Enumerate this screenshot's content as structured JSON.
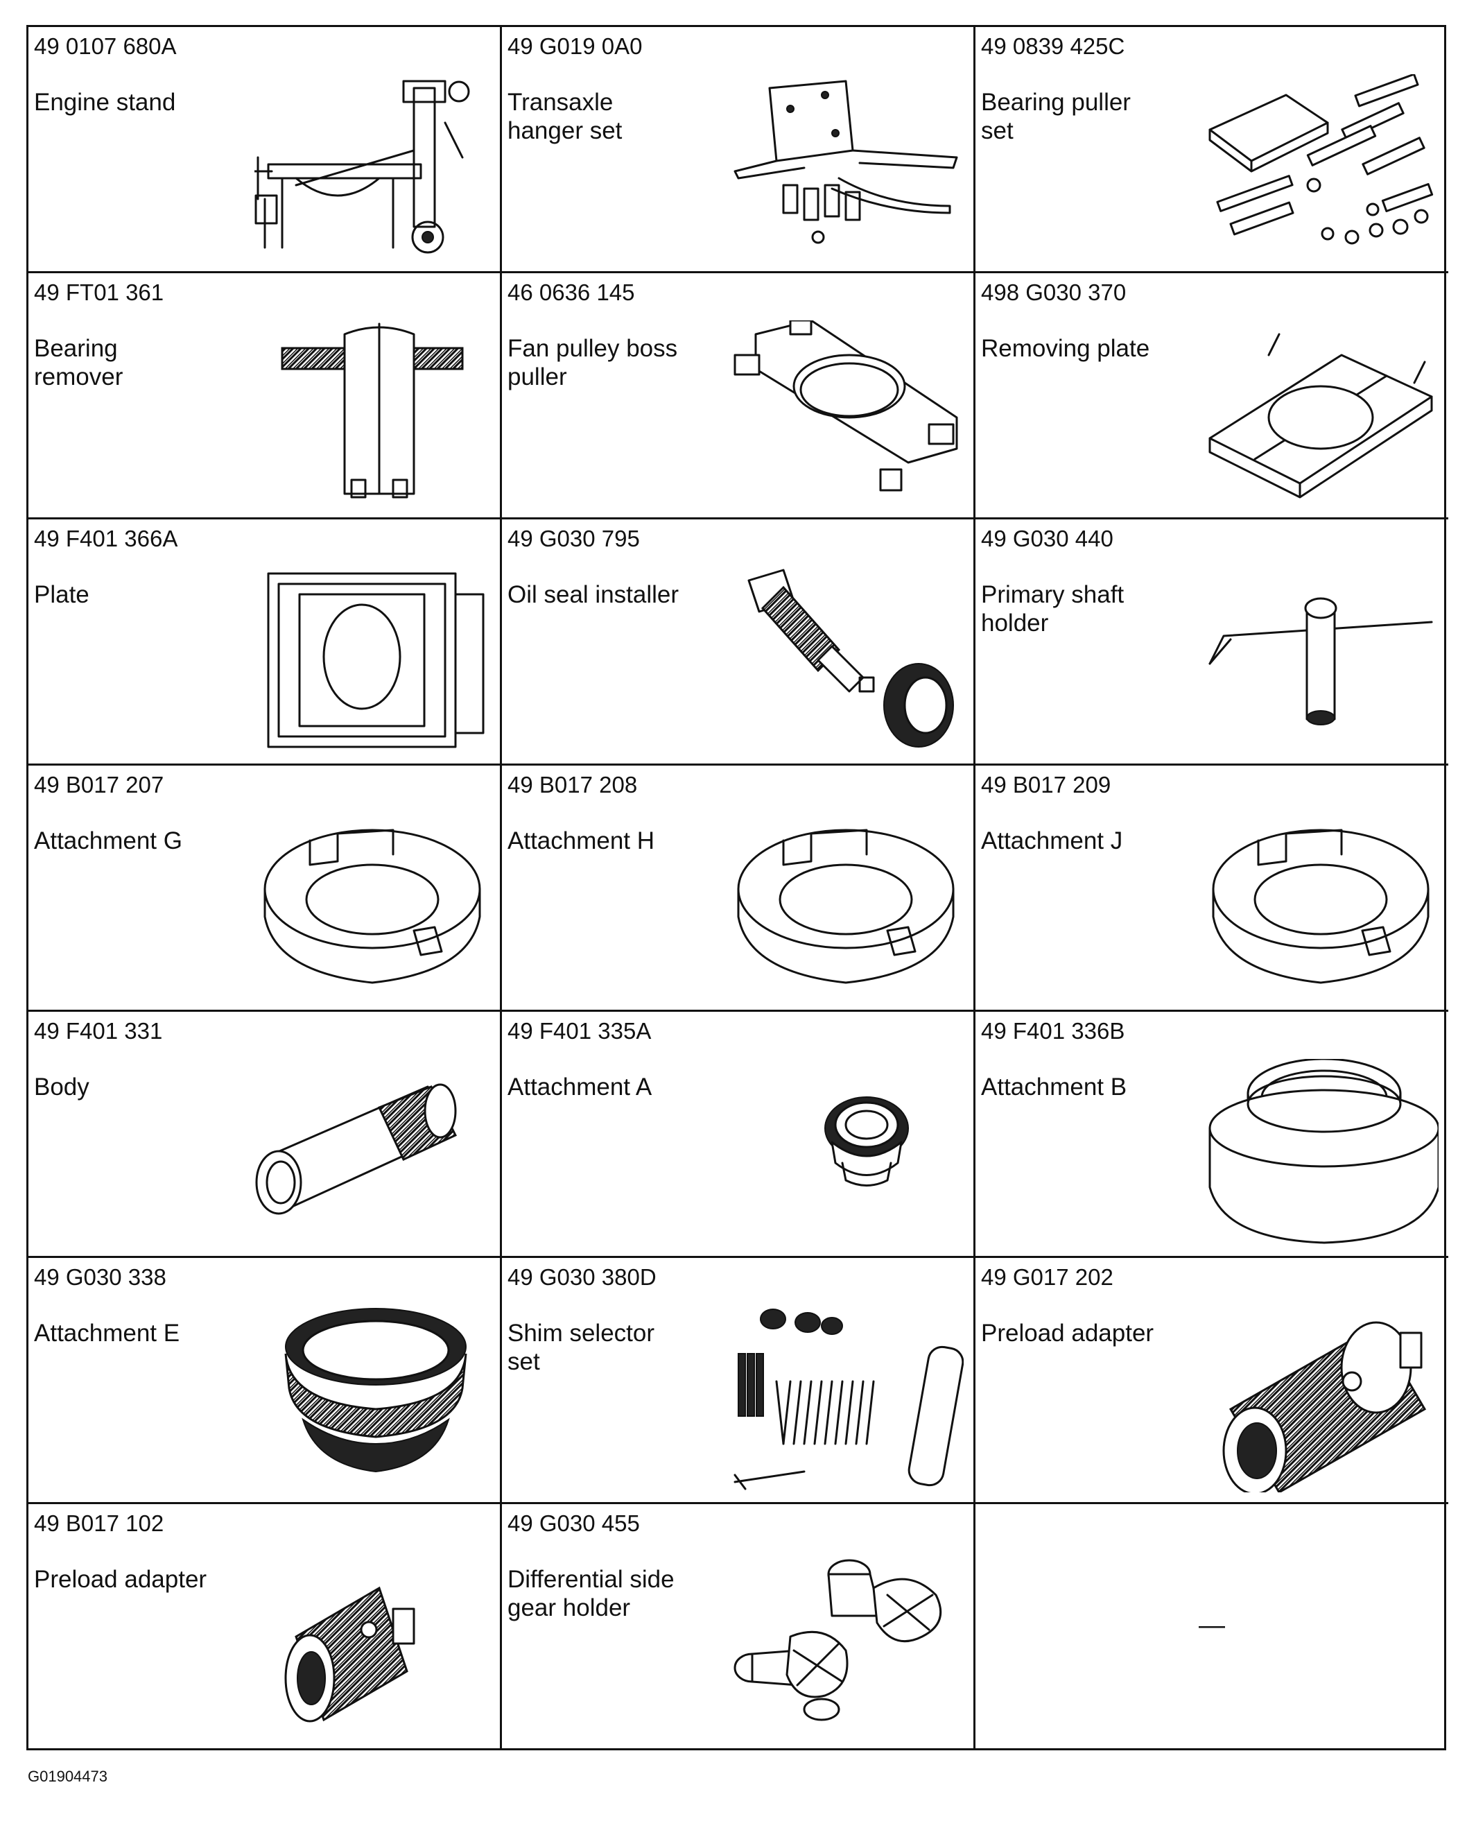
{
  "tools": [
    {
      "part_no": "49 0107 680A",
      "description": "Engine stand",
      "icon": "engine-stand-icon"
    },
    {
      "part_no": "49 G019 0A0",
      "description": "Transaxle\nhanger set",
      "icon": "transaxle-hanger-set-icon"
    },
    {
      "part_no": "49 0839 425C",
      "description": "Bearing puller\nset",
      "icon": "bearing-puller-set-icon"
    },
    {
      "part_no": "49 FT01 361",
      "description": "Bearing\nremover",
      "icon": "bearing-remover-icon"
    },
    {
      "part_no": "46 0636 145",
      "description": "Fan pulley boss\npuller",
      "icon": "fan-pulley-boss-puller-icon"
    },
    {
      "part_no": "498 G030 370",
      "description": "Removing plate",
      "icon": "removing-plate-icon"
    },
    {
      "part_no": "49 F401 366A",
      "description": "Plate",
      "icon": "plate-icon"
    },
    {
      "part_no": "49 G030 795",
      "description": "Oil seal installer",
      "icon": "oil-seal-installer-icon"
    },
    {
      "part_no": "49 G030 440",
      "description": "Primary shaft\nholder",
      "icon": "primary-shaft-holder-icon"
    },
    {
      "part_no": "49 B017 207",
      "description": "Attachment G",
      "icon": "attachment-ring-icon"
    },
    {
      "part_no": "49 B017 208",
      "description": "Attachment H",
      "icon": "attachment-ring-icon"
    },
    {
      "part_no": "49 B017 209",
      "description": "Attachment J",
      "icon": "attachment-ring-icon"
    },
    {
      "part_no": "49 F401 331",
      "description": "Body",
      "icon": "body-sleeve-icon"
    },
    {
      "part_no": "49 F401 335A",
      "description": "Attachment A",
      "icon": "attachment-a-icon"
    },
    {
      "part_no": "49 F401 336B",
      "description": "Attachment B",
      "icon": "attachment-b-icon"
    },
    {
      "part_no": "49 G030 338",
      "description": "Attachment E",
      "icon": "attachment-e-icon"
    },
    {
      "part_no": "49 G030 380D",
      "description": "Shim selector\nset",
      "icon": "shim-selector-set-icon"
    },
    {
      "part_no": "49 G017 202",
      "description": "Preload adapter",
      "icon": "preload-adapter-icon"
    },
    {
      "part_no": "49 B017 102",
      "description": "Preload adapter",
      "icon": "preload-adapter-small-icon"
    },
    {
      "part_no": "49 G030 455",
      "description": "Differential side\ngear holder",
      "icon": "differential-side-gear-holder-icon"
    }
  ],
  "empty_cell": {
    "text": "—"
  },
  "figure_code": "G01904473"
}
